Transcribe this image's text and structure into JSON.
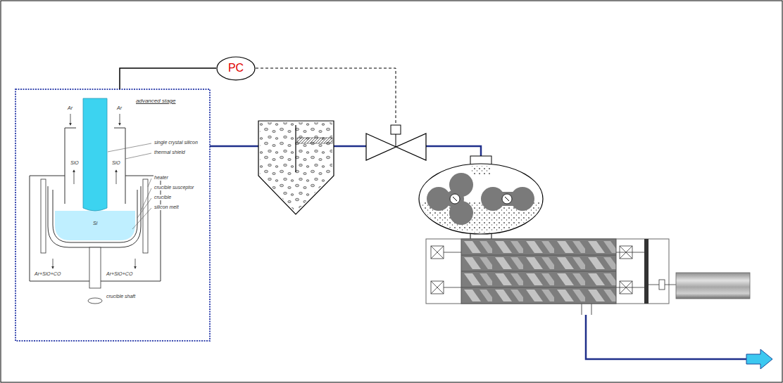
{
  "diagram": {
    "nodes": [
      {
        "text": [
          "PC"
        ]
      }
    ],
    "labels": [
      "advanced stage",
      "Ar",
      "Ar",
      "single crystal silicon",
      "thermal shield",
      "SiO",
      "SiO",
      "heater",
      "crucible susceptor",
      "crucible",
      "silicon melt",
      "Si",
      "Ar+SiO+CO",
      "Ar+SiO+CO",
      "crucible shaft"
    ]
  }
}
